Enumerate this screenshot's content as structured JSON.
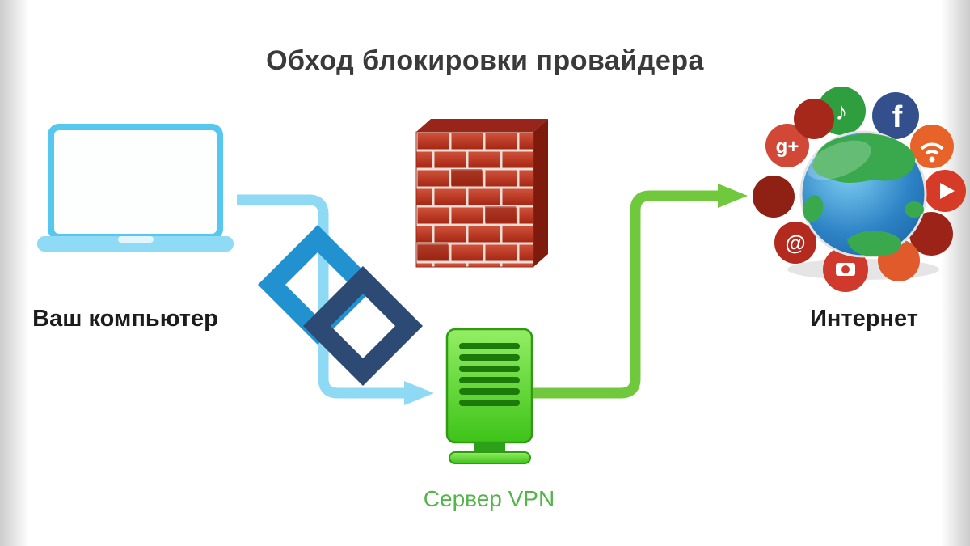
{
  "title": "Обход блокировки провайдера",
  "labels": {
    "computer": "Ваш компьютер",
    "internet": "Интернет",
    "vpn_server": "Сервер VPN"
  },
  "colors": {
    "title_text": "#3a3a3a",
    "label_text": "#1c1c1c",
    "vpn_label_text": "#53b44a",
    "laptop_blue": "#56c7ee",
    "laptop_base_blue": "#8fdaf4",
    "arrow_blue": "#8ed9f4",
    "arrow_green": "#70c83c",
    "brick_red": "#bf3a26",
    "brick_mortar": "#ecdfd8",
    "wall_top": "#97251a",
    "wall_side": "#7e1b0d",
    "logo_light_blue": "#2191d0",
    "logo_navy": "#2c4a74",
    "server_green": "#4ec724",
    "server_slot_green": "#1b7a0a",
    "globe_ocean": "#2e84c6",
    "globe_land": "#3aa94e"
  },
  "internet": {
    "icons": [
      {
        "name": "music-icon",
        "color": "#2e9e3f",
        "glyph": "♪"
      },
      {
        "name": "facebook-icon",
        "color": "#34508c",
        "glyph": "f"
      },
      {
        "name": "wifi-icon",
        "color": "#e8632a",
        "glyph": ""
      },
      {
        "name": "play-icon",
        "color": "#d53b27",
        "glyph": ""
      },
      {
        "name": "badge-icon",
        "color": "#9c2318",
        "glyph": ""
      },
      {
        "name": "chat-icon",
        "color": "#e05a2b",
        "glyph": ""
      },
      {
        "name": "camera-icon",
        "color": "#cf3a2c",
        "glyph": ""
      },
      {
        "name": "mail-icon",
        "color": "#b32a1e",
        "glyph": "@"
      },
      {
        "name": "video-icon",
        "color": "#8e2014",
        "glyph": ""
      },
      {
        "name": "gplus-icon",
        "color": "#d14836",
        "glyph": "g+"
      },
      {
        "name": "pin-icon",
        "color": "#a5281a",
        "glyph": ""
      }
    ]
  }
}
